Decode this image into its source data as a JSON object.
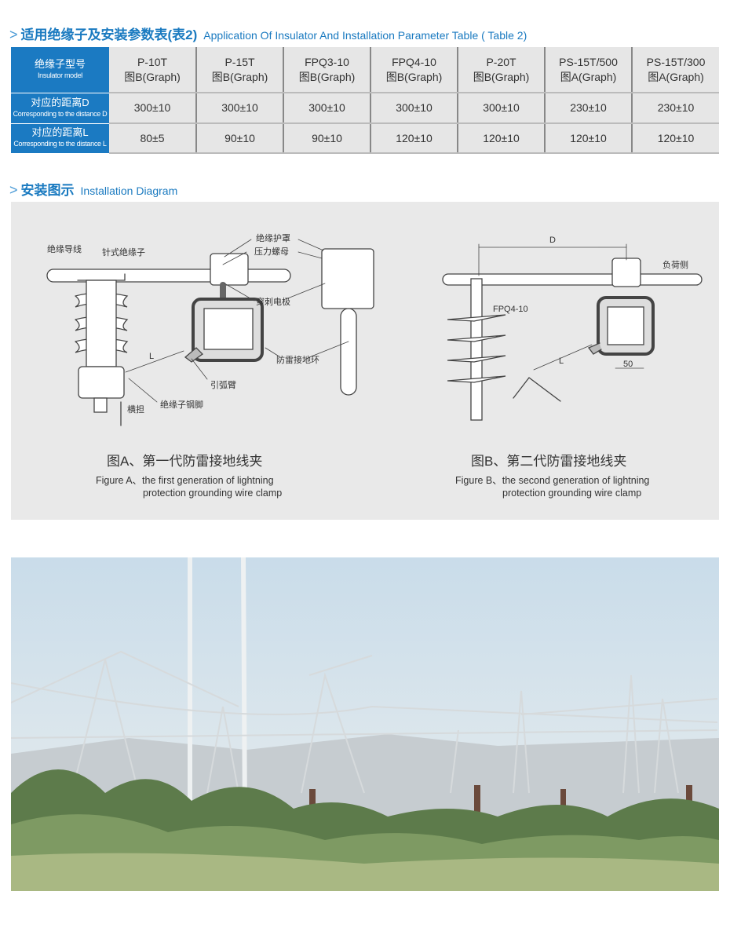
{
  "section1": {
    "title_cn": "适用绝缘子及安装参数表(表2)",
    "title_en": "Application Of Insulator And Installation Parameter Table ( Table 2)"
  },
  "table": {
    "row_labels": [
      {
        "cn": "绝缘子型号",
        "en": "Insulator model"
      },
      {
        "cn": "对应的距离D",
        "en": "Corresponding to the distance D"
      },
      {
        "cn": "对应的距离L",
        "en": "Corresponding to the distance L"
      }
    ],
    "columns": [
      {
        "model": "P-10T",
        "graph": "图B(Graph)",
        "d": "300±10",
        "l": "80±5"
      },
      {
        "model": "P-15T",
        "graph": "图B(Graph)",
        "d": "300±10",
        "l": "90±10"
      },
      {
        "model": "FPQ3-10",
        "graph": "图B(Graph)",
        "d": "300±10",
        "l": "90±10"
      },
      {
        "model": "FPQ4-10",
        "graph": "图B(Graph)",
        "d": "300±10",
        "l": "120±10"
      },
      {
        "model": "P-20T",
        "graph": "图B(Graph)",
        "d": "300±10",
        "l": "120±10"
      },
      {
        "model": "PS-15T/500",
        "graph": "图A(Graph)",
        "d": "230±10",
        "l": "120±10"
      },
      {
        "model": "PS-15T/300",
        "graph": "图A(Graph)",
        "d": "230±10",
        "l": "120±10"
      }
    ]
  },
  "section2": {
    "title_cn": "安装图示",
    "title_en": "Installation Diagram"
  },
  "figA": {
    "labels": {
      "wire": "绝缘导线",
      "pin": "针式绝缘子",
      "cover": "绝缘护罩",
      "nut": "压力螺母",
      "electrode": "穿刺电极",
      "ring": "防雷接地环",
      "arc": "引弧臂",
      "foot": "绝缘子钢脚",
      "arm": "横担",
      "L": "L"
    },
    "caption_cn": "图A、第一代防雷接地线夹",
    "caption_en1": "Figure A、the first generation of lightning",
    "caption_en2": "protection grounding wire clamp"
  },
  "figB": {
    "labels": {
      "D": "D",
      "load": "负荷侧",
      "model": "FPQ4-10",
      "L": "L",
      "dim": "50"
    },
    "caption_cn": "图B、第二代防雷接地线夹",
    "caption_en1": "Figure B、the second generation of lightning",
    "caption_en2": "protection grounding wire clamp"
  }
}
